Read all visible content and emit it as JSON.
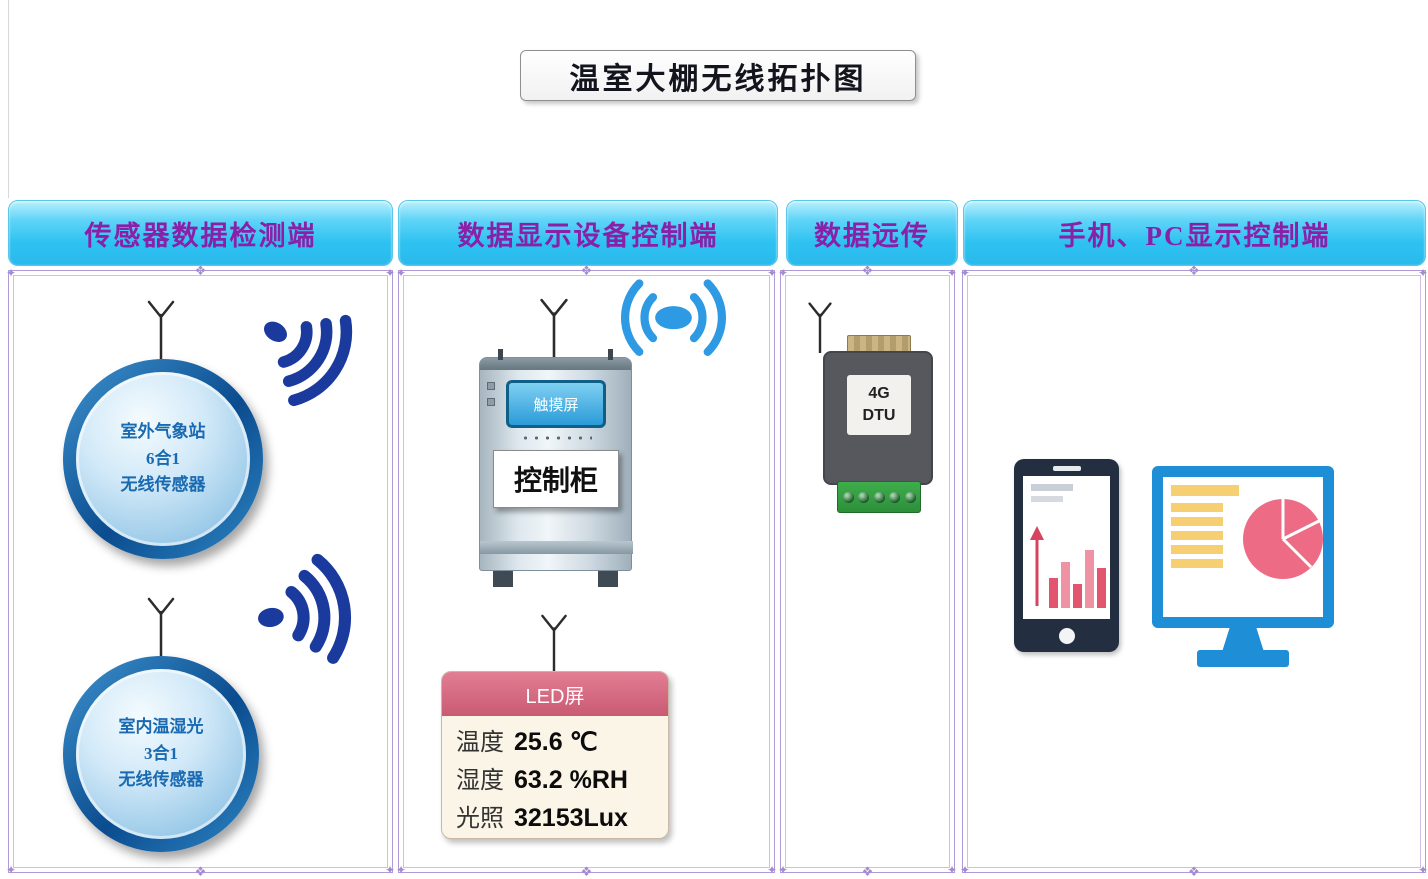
{
  "title": "温室大棚无线拓扑图",
  "headers": [
    {
      "label": "传感器数据检测端"
    },
    {
      "label": "数据显示设备控制端"
    },
    {
      "label": "数据远传"
    },
    {
      "label": "手机、PC显示控制端"
    }
  ],
  "sensors": [
    {
      "line1": "室外气象站",
      "line2": "6合1",
      "line3": "无线传感器"
    },
    {
      "line1": "室内温湿光",
      "line2": "3合1",
      "line3": "无线传感器"
    }
  ],
  "cabinet": {
    "screen": "触摸屏",
    "label": "控制柜"
  },
  "led": {
    "title": "LED屏",
    "rows": [
      {
        "label": "温度",
        "value": "25.6 ℃"
      },
      {
        "label": "湿度",
        "value": "63.2 %RH"
      },
      {
        "label": "光照",
        "value": "32153Lux"
      }
    ]
  },
  "dtu": {
    "line1": "4G",
    "line2": "DTU"
  },
  "colors": {
    "header_gradient_top": "#b9f0fc",
    "header_gradient_bottom": "#2ab9ec",
    "header_text": "#8a1fa8",
    "frame_border": "#b19ad8",
    "sensor_ring": "#0a4c8f",
    "sensor_text": "#1a6ab1",
    "wifi_dark": "#1b3a9e",
    "wifi_blue": "#2d9ae3",
    "led_header": "#d96b82",
    "dtu_green": "#3fae4c",
    "chart_pink": "#ed6b84",
    "chart_yellow": "#f5cf72",
    "monitor_blue": "#1e8ed6"
  }
}
